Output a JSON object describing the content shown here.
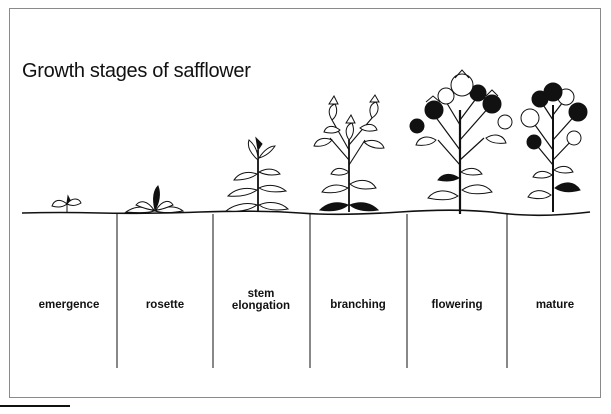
{
  "title": "Growth stages of safflower",
  "stages": [
    {
      "label": "emergence"
    },
    {
      "label": "rosette"
    },
    {
      "label": "stem\nelongation"
    },
    {
      "label": "branching"
    },
    {
      "label": "flowering"
    },
    {
      "label": "mature"
    }
  ],
  "colors": {
    "ink": "#111111",
    "frame": "#8a8a8a",
    "background": "#ffffff"
  }
}
